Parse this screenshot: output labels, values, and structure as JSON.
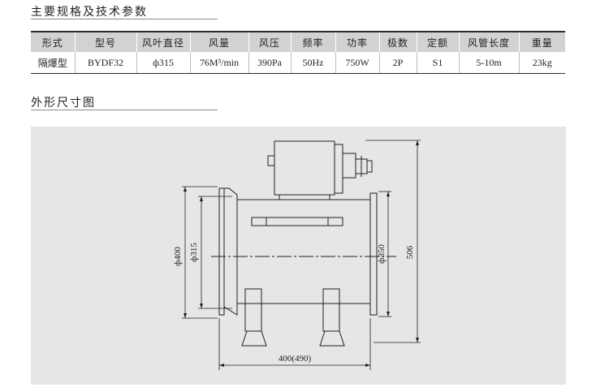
{
  "section1": {
    "title": "主要规格及技术参数"
  },
  "table": {
    "headers": [
      "形式",
      "型号",
      "风叶直径",
      "风量",
      "风压",
      "频率",
      "功率",
      "极数",
      "定额",
      "风管长度",
      "重量"
    ],
    "rows": [
      [
        "隔爆型",
        "BYDF32",
        "ф315",
        "76M³/min",
        "390Pa",
        "50Hz",
        "750W",
        "2P",
        "S1",
        "5-10m",
        "23kg"
      ]
    ]
  },
  "section2": {
    "title": "外形尺寸图"
  },
  "drawing": {
    "dims": {
      "outer_diameter": "ф400",
      "inner_diameter": "ф315",
      "flange_diameter": "ф350",
      "height": "506",
      "length": "400(490)"
    }
  }
}
